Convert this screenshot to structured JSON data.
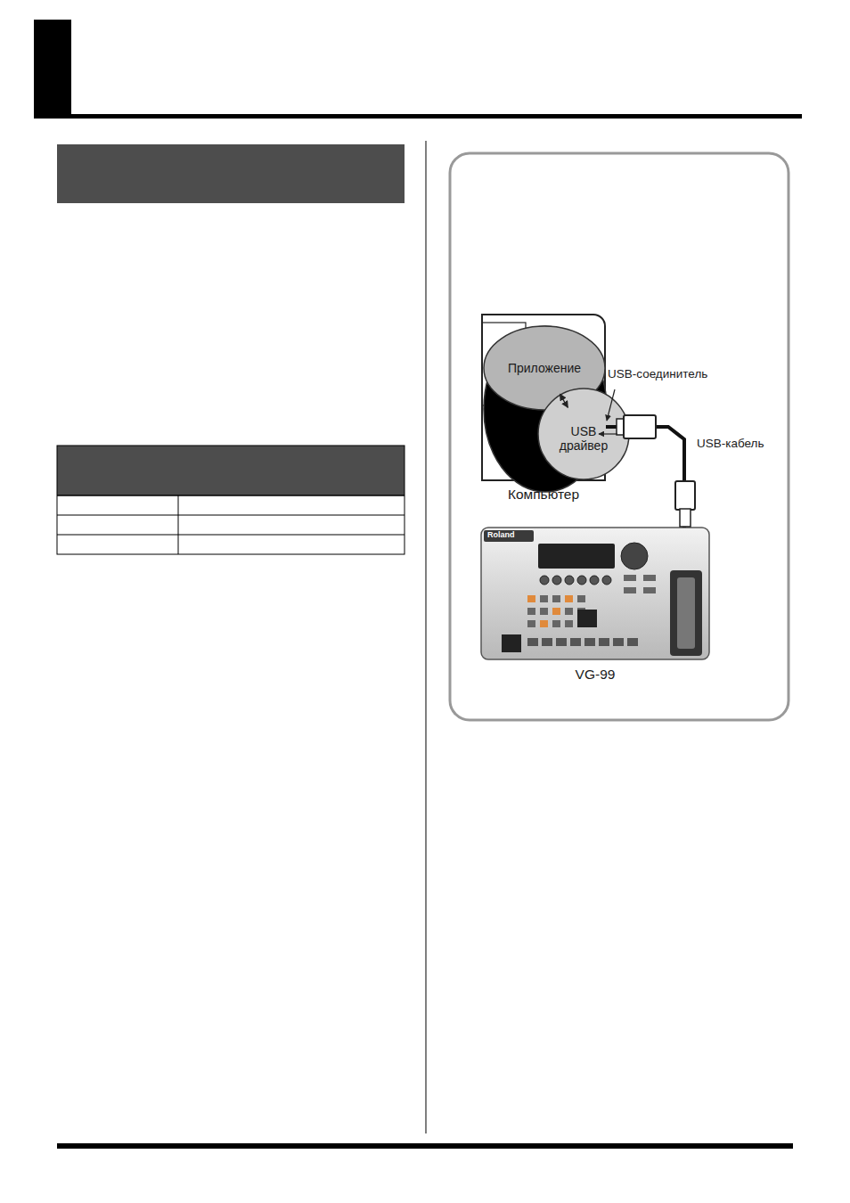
{
  "diagram": {
    "nodes": [
      {
        "text": [
          "Компьютер"
        ]
      },
      {
        "text": [
          "Приложение"
        ],
        "in": 0
      },
      {
        "text": [
          "USB драйвер"
        ],
        "in": 0
      },
      {
        "text": [
          "VG-99"
        ]
      }
    ],
    "edges": [
      {
        "from": 1,
        "to": 2,
        "arrow": "both"
      },
      {
        "from": 0,
        "to": 3,
        "label": "USB-кабель",
        "arrow": "none"
      }
    ],
    "labels": [
      "USB-соединитель",
      "Roland"
    ]
  }
}
